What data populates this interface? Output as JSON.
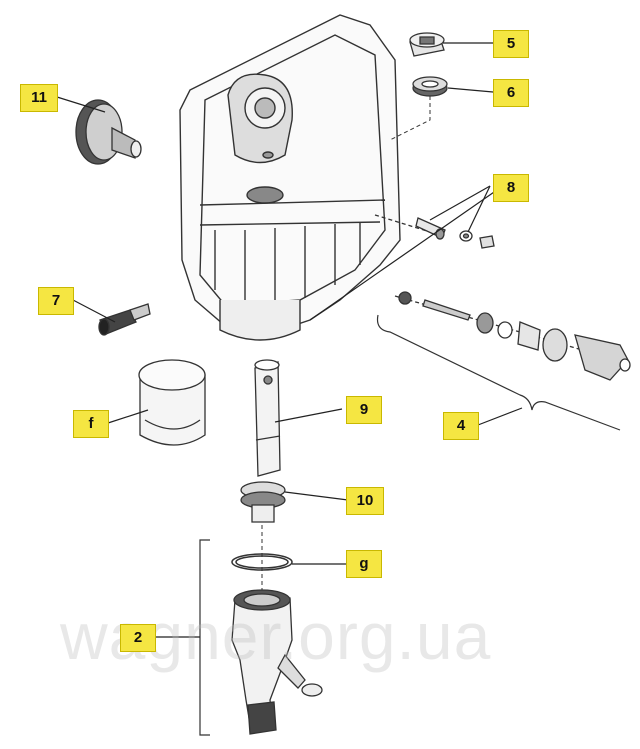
{
  "callouts": {
    "c5": "5",
    "c6": "6",
    "c11": "11",
    "c8": "8",
    "c7": "7",
    "c4": "4",
    "cf": "f",
    "c9": "9",
    "c10": "10",
    "cg": "g",
    "c2": "2"
  },
  "watermark": "wagner.org.ua",
  "colors": {
    "callout_fill": "#f5e642",
    "line": "#333333",
    "part_shade": "#bdbdbd"
  }
}
